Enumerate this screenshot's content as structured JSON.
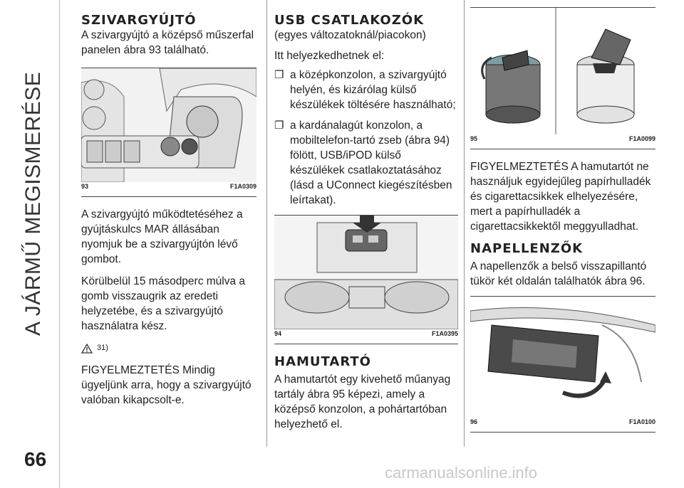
{
  "side_title": "A JÁRMŰ MEGISMERÉSE",
  "page_number": "66",
  "col1": {
    "heading": "SZIVARGYÚJTÓ",
    "intro": "A szivargyújtó a középső műszerfal panelen ábra 93 található.",
    "fig_num": "93",
    "fig_code": "F1A0309",
    "para1": "A szivargyújtó működtetéséhez a gyújtáskulcs MAR állásában nyomjuk be a szivargyújtón lévő gombot.",
    "para2": "Körülbelül 15 másodperc múlva a gomb visszaugrik az eredeti helyzetébe, és a szivargyújtó használatra kész.",
    "warn_ref": "31)",
    "para3": "FIGYELMEZTETÉS Mindig ügyeljünk arra, hogy a szivargyújtó valóban kikapcsolt-e."
  },
  "col2": {
    "heading": "USB CSATLAKOZÓK",
    "subheading": "(egyes változatoknál/piacokon)",
    "intro": "Itt helyezkedhetnek el:",
    "bullet_mark": "❐",
    "bullets": [
      "a középkonzolon, a szivargyújtó helyén, és kizárólag külső készülékek töltésére használható;",
      "a kardánalagút konzolon, a mobiltelefon-tartó zseb (ábra 94) fölött, USB/iPOD külső készülékek csatlakoztatásához (lásd a UConnect kiegészítésben leírtakat)."
    ],
    "fig_num": "94",
    "fig_code": "F1A0395",
    "heading2": "HAMUTARTÓ",
    "para": "A hamutartót egy kivehető műanyag tartály ábra 95 képezi, amely a középső konzolon, a pohártartóban helyezhető el."
  },
  "col3": {
    "fig95_num": "95",
    "fig95_code": "F1A0099",
    "para1": "FIGYELMEZTETÉS A hamutartót ne használjuk egyidejűleg papírhulladék és cigarettacsikkek elhelyezésére, mert a papírhulladék a cigarettacsikkektől meggyulladhat.",
    "heading": "NAPELLENZŐK",
    "para2": "A napellenzők a belső visszapillantó tükör két oldalán találhatók ábra 96.",
    "fig96_num": "96",
    "fig96_code": "F1A0100"
  },
  "footer_watermark": "carmanualsonline.info"
}
